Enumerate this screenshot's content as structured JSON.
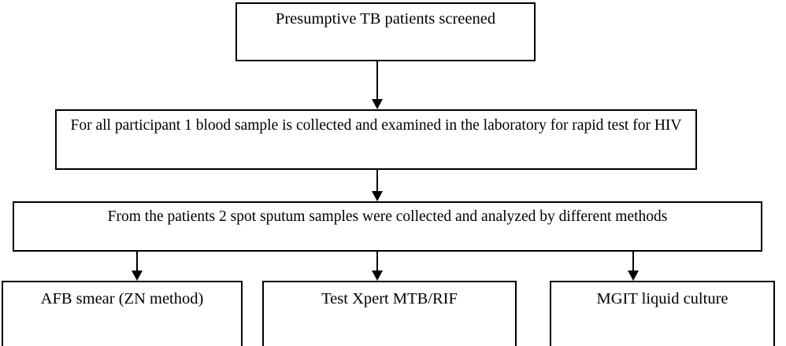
{
  "diagram": {
    "type": "flowchart",
    "orientation": "top-to-bottom",
    "colors": {
      "background": "#ffffff",
      "border": "#000000",
      "text": "#000000",
      "fill": "#ffffff"
    },
    "nodes": [
      {
        "id": "screened",
        "label": "Presumptive TB patients screened",
        "shape": "rectangle"
      },
      {
        "id": "blood",
        "label": "For all participant 1 blood sample is collected and examined in the laboratory for rapid test for HIV",
        "shape": "rectangle"
      },
      {
        "id": "sputum",
        "label": "From the patients 2 spot sputum samples were collected and analyzed by different methods",
        "shape": "rectangle"
      },
      {
        "id": "afb",
        "label": "AFB smear (ZN method)",
        "shape": "rectangle"
      },
      {
        "id": "xpert",
        "label": "Test Xpert MTB/RIF",
        "shape": "rectangle"
      },
      {
        "id": "mgit",
        "label": "MGIT liquid culture",
        "shape": "rectangle"
      }
    ],
    "edges": [
      {
        "id": "screened-blood",
        "from": "screened",
        "to": "blood",
        "style": "solid-arrow"
      },
      {
        "id": "blood-sputum",
        "from": "blood",
        "to": "sputum",
        "style": "solid-arrow"
      },
      {
        "id": "sputum-afb",
        "from": "sputum",
        "to": "afb",
        "style": "solid-arrow"
      },
      {
        "id": "sputum-xpert",
        "from": "sputum",
        "to": "xpert",
        "style": "solid-arrow"
      },
      {
        "id": "sputum-mgit",
        "from": "sputum",
        "to": "mgit",
        "style": "solid-arrow"
      }
    ]
  }
}
